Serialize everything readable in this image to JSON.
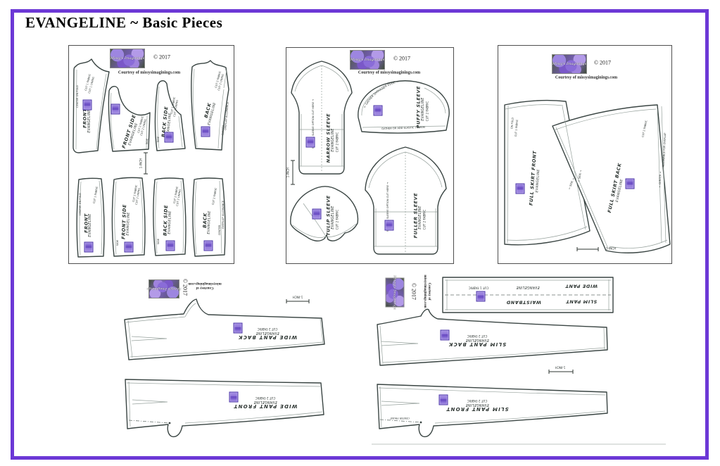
{
  "title": "EVANGELINE ~ Basic Pieces",
  "brand": {
    "logo_text": "Missy's Imaginings",
    "copyright": "© 2017",
    "courtesy": "Courtesy of  missysimaginings.com",
    "courtesy_l1": "Courtesy of",
    "courtesy_l2": "missysimaginings.com"
  },
  "ruler": "1-INCH",
  "bodice": {
    "front": {
      "name": "FRONT",
      "brand": "EVANGELINE",
      "fold": "CENTER ON FOLD",
      "cut": "CUT 1 FABRIC",
      "cut2": "CUT 1 LINING"
    },
    "front_side": {
      "name": "FRONT SIDE",
      "brand": "EVANGELINE",
      "cut": "CUT 2 FABRIC",
      "cut2": "CUT 2 LINING",
      "side": "SIDE"
    },
    "back_side": {
      "name": "BACK SIDE",
      "brand": "EVANGELINE",
      "cut": "CUT 2 FABRIC",
      "cut2": "CUT 2 LINING",
      "side": "SIDE"
    },
    "back": {
      "name": "BACK",
      "brand": "EVANGELINE",
      "cut": "CUT 2 FABRIC",
      "cut2": "CUT 2 LINING",
      "center": "CENTER",
      "overlap": "OVERLAP ALLOWANCE"
    },
    "skirt_front": {
      "name": "FRONT",
      "brand": "EVANGELINE",
      "fold": "CENTER ON FOLD",
      "cut": "CUT 1 FABRIC"
    },
    "skirt_front_side": {
      "name": "FRONT SIDE",
      "brand": "EVANGELINE",
      "cut": "CUT 2 FABRIC",
      "cut2": "CUT 2 LINING",
      "side": "SIDE"
    },
    "skirt_back_side": {
      "name": "BACK SIDE",
      "brand": "EVANGELINE",
      "cut": "CUT 2 FABRIC",
      "cut2": "CUT 2 LINING",
      "side": "SIDE"
    },
    "skirt_back": {
      "name": "BACK",
      "brand": "EVANGELINE",
      "cut": "CUT 2 FABRIC",
      "center": "CENTER",
      "overlap": "OVERLAP ALLOWANCE"
    }
  },
  "sleeves": {
    "narrow": {
      "name": "NARROW SLEEVE",
      "brand": "EVANGELINE",
      "cut": "CUT 2 FABRIC",
      "option": "SHORTER SLEEVE OPTION CUT HERE →"
    },
    "puffy": {
      "name": "PUFFY SLEEVE",
      "brand": "EVANGELINE",
      "cut": "CUT 2 FABRIC",
      "gather_top": "← GATHER  SHOULDER EDGE →",
      "gather_hem": "GATHER OR ADD ELASTIC TO HEM"
    },
    "tulip": {
      "name": "TULIP SLEEVE",
      "brand": "EVANGELINE",
      "cut": "CUT 2 FABRIC"
    },
    "fuller": {
      "name": "FULLER SLEEVE",
      "brand": "EVANGELINE",
      "cut": "CUT 2 FABRIC",
      "option": "SHORTER SLEEVE OPTION CUT HERE →"
    }
  },
  "skirts": {
    "front": {
      "name": "FULL SKIRT FRONT",
      "brand": "EVANGELINE",
      "fold": "ON FOLD",
      "cut": "CUT 1 FABRIC",
      "side": "← SIDE →"
    },
    "back": {
      "name": "FULL SKIRT BACK",
      "brand": "EVANGELINE",
      "cut": "CUT 2 FABRIC",
      "center": "← CENTER →",
      "overlap": "ALLOWANCE  FOR OVERLAP",
      "side": "← SIDE →"
    }
  },
  "wide_pants": {
    "back": {
      "name": "WIDE PANT BACK",
      "brand": "EVANGELINE",
      "cut": "CUT 2 FABRIC"
    },
    "front": {
      "name": "WIDE PANT FRONT",
      "brand": "EVANGELINE",
      "cut": "CUT 2 FABRIC"
    }
  },
  "slim_pants": {
    "waistband": {
      "l1a": "SLIM PANT",
      "l1b": "WAISTBAND",
      "l2a": "WIDE PANT",
      "l2b": "EVANGELINE",
      "l2c": "CUT 1 FABRIC"
    },
    "back": {
      "name": "SLIM  PANT  BACK",
      "brand": "EVANGELINE",
      "cut": "CUT 2 FABRIC"
    },
    "front": {
      "name": "SLIM  PANT  FRONT",
      "brand": "EVANGELINE",
      "cut": "CUT 2 FABRIC",
      "center": "CENTER FRONT"
    }
  },
  "colors": {
    "border": "#6c38d6",
    "outline": "#3a4543",
    "seam": "#97a29d",
    "logo_purple": "#7b5ed2"
  }
}
